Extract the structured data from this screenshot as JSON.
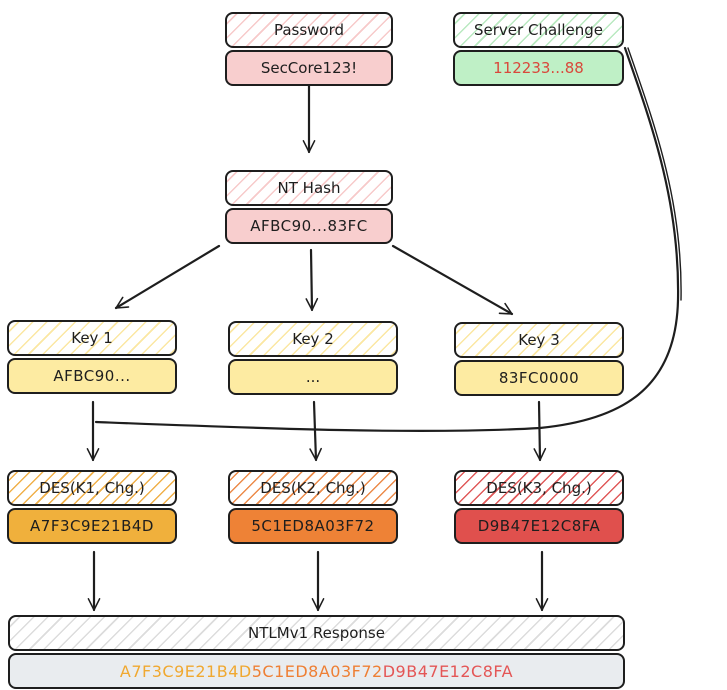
{
  "nodes": {
    "password": {
      "label": "Password",
      "value": "SecCore123!",
      "value_color": "#1e1e1e",
      "fill": "#f8cece"
    },
    "challenge": {
      "label": "Server Challenge",
      "value": "112233...88",
      "value_color": "#d9483b",
      "fill": "#bff0c6"
    },
    "nt_hash": {
      "label": "NT Hash",
      "value": "AFBC90...83FC",
      "value_color": "#1e1e1e",
      "fill": "#f8cece"
    },
    "key1": {
      "label": "Key 1",
      "value": "AFBC90...",
      "value_color": "#1e1e1e",
      "fill": "#fdeba2"
    },
    "key2": {
      "label": "Key 2",
      "value": "...",
      "value_color": "#1e1e1e",
      "fill": "#fdeba2"
    },
    "key3": {
      "label": "Key 3",
      "value": "83FC0000",
      "value_color": "#1e1e1e",
      "fill": "#fdeba2"
    },
    "des1": {
      "label": "DES(K1, Chg.)",
      "value": "A7F3C9E21B4D",
      "value_color": "#1e1e1e",
      "fill": "#f0b03c"
    },
    "des2": {
      "label": "DES(K2, Chg.)",
      "value": "5C1ED8A03F72",
      "value_color": "#1e1e1e",
      "fill": "#ee8236"
    },
    "des3": {
      "label": "DES(K3, Chg.)",
      "value": "D9B47E12C8FA",
      "value_color": "#1e1e1e",
      "fill": "#e0504d"
    },
    "response": {
      "label": "NTLMv1 Response",
      "fill": "#e9ecef",
      "segments": [
        {
          "text": "A7F3C9E21B4D",
          "color": "#f0a830"
        },
        {
          "text": "5C1ED8A03F72",
          "color": "#ee7f34"
        },
        {
          "text": "D9B47E12C8FA",
          "color": "#e45656"
        }
      ]
    }
  }
}
